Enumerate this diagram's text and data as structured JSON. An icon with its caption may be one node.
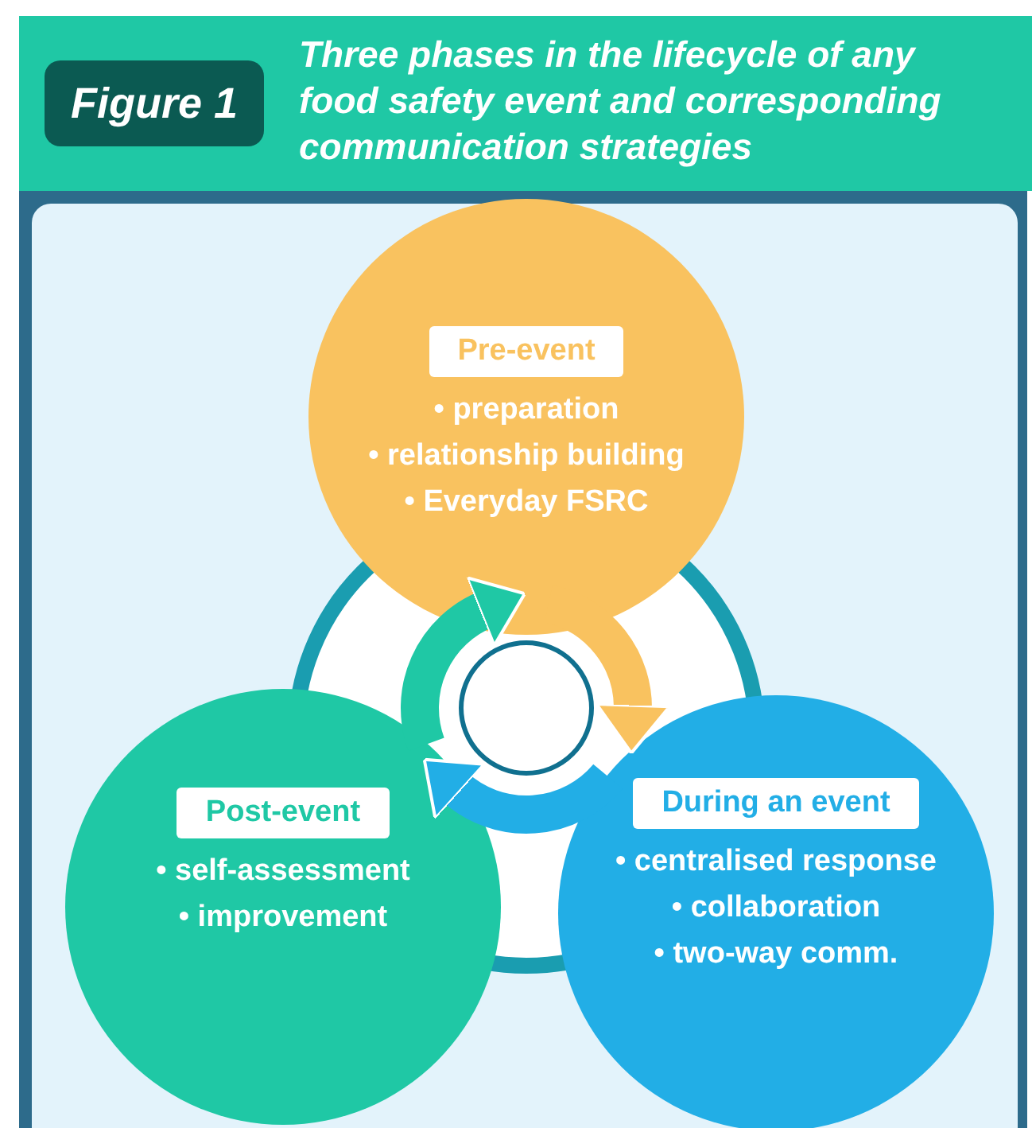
{
  "diagram": {
    "title": "Three phases in the lifecycle of any food safety event and corresponding communication strategies",
    "nodes": [
      {
        "text": [
          "Pre-event",
          "• preparation",
          "• relationship building",
          "• Everyday FSRC"
        ]
      },
      {
        "text": [
          "During an event",
          "• centralised response",
          "• collaboration",
          "• two-way comm."
        ]
      },
      {
        "text": [
          "Post-event",
          "• self-assessment",
          "• improvement"
        ]
      },
      {
        "text": [],
        "shape": "circle"
      }
    ],
    "edges": [
      {
        "from": 0,
        "to": 1,
        "arrow": "to",
        "color": "#f9c25f"
      },
      {
        "from": 1,
        "to": 2,
        "arrow": "to",
        "color": "#22aee6"
      },
      {
        "from": 2,
        "to": 0,
        "arrow": "to",
        "color": "#1fc8a5"
      }
    ],
    "labels": [
      "Figure 1"
    ]
  }
}
